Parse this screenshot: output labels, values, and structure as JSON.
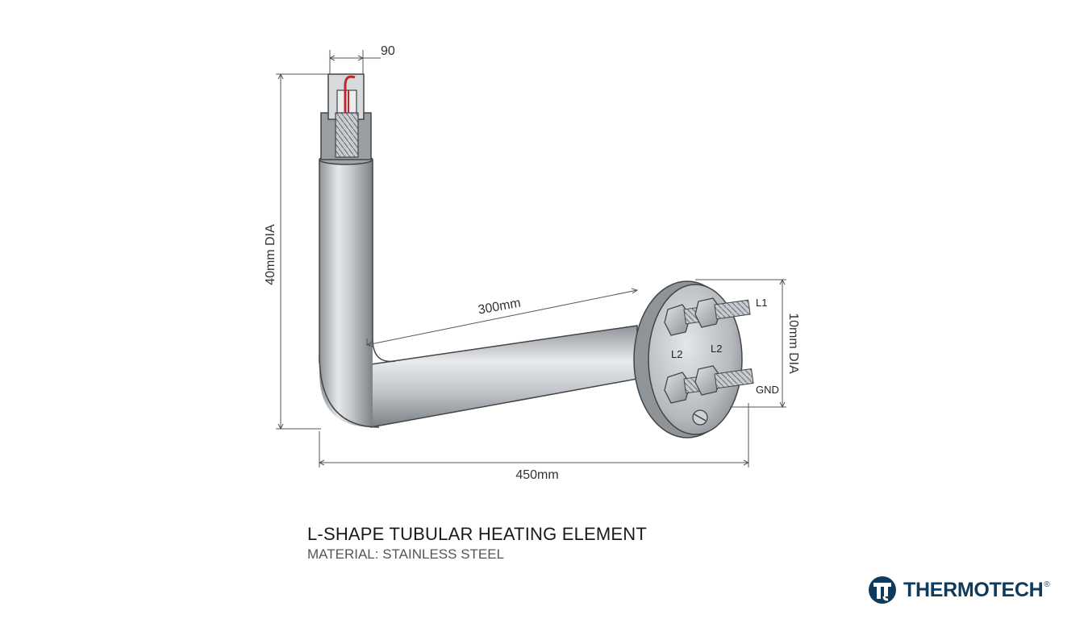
{
  "dimensions": {
    "top_width": "90",
    "vertical_height": "40mm DIA",
    "diagonal_length": "300mm",
    "overall_length": "450mm",
    "flange_height": "10mm DIA"
  },
  "terminals": {
    "top_right": "L1",
    "mid_left": "L2",
    "mid_right": "L2",
    "bottom_right": "GND"
  },
  "caption": {
    "title": "L-SHAPE TUBULAR HEATING ELEMENT",
    "subtitle": "MATERIAL: STAINLESS STEEL"
  },
  "brand": {
    "name": "THERMOTECH",
    "mark": "®",
    "icon": "thermotech-logo-icon",
    "color": "#0e3a5b"
  },
  "colors": {
    "tube": "#b9bdc1",
    "wire": "#c0262b",
    "line": "#555555"
  }
}
